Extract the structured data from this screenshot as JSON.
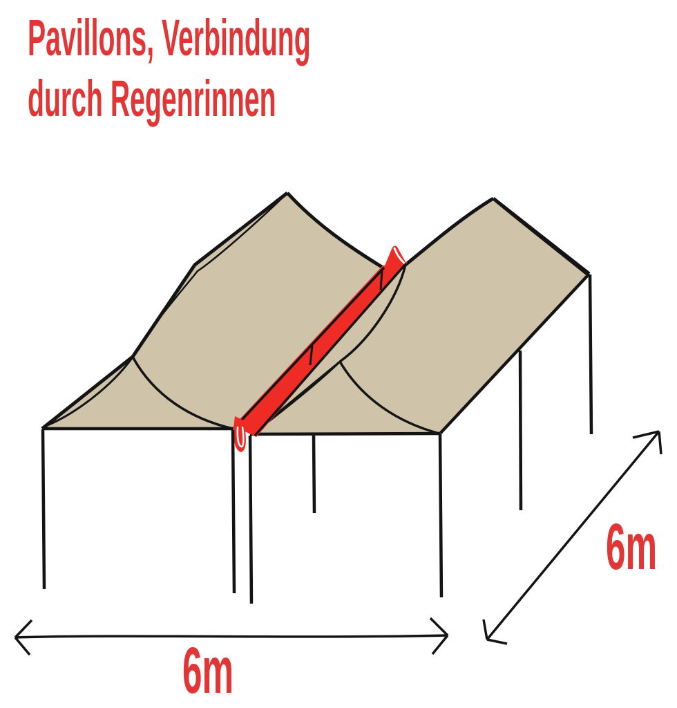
{
  "annotation": {
    "title_line1": "Pavillons, Verbindung",
    "title_line2": "durch Regenrinnen"
  },
  "dimensions": {
    "width_label": "6m",
    "depth_label": "6m"
  },
  "colors": {
    "canvas_bg": "#ffffff",
    "fabric_tan": "#cfc4aa",
    "outline_black": "#141414",
    "gutter_red": "#ee2b24",
    "text_red": "#e13636"
  }
}
